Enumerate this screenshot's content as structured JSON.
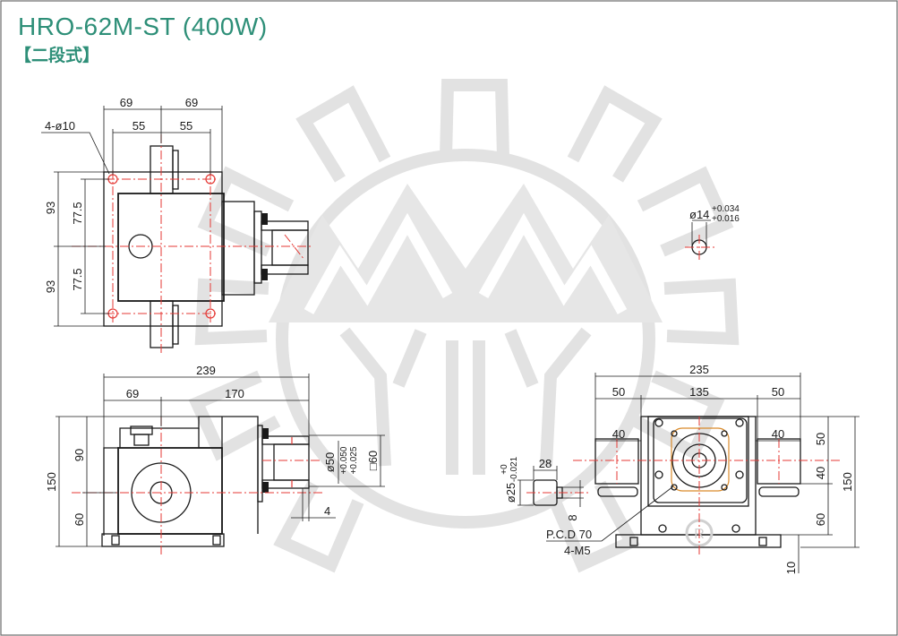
{
  "header": {
    "title": "HRO-62M-ST (400W)",
    "subtitle": "【二段式】"
  },
  "colors": {
    "title": "#2e8f78",
    "outline": "#1a1a1a",
    "centerline": "#e53935",
    "watermark": "#e2e2e2"
  },
  "watermark": {
    "icon": "gear-mountain-logo-watermark",
    "registered": "R"
  },
  "top_view": {
    "dims": {
      "w69_left": "69",
      "w69_right": "69",
      "w55_left": "55",
      "w55_right": "55",
      "holes": "4-ø10",
      "h93_top": "93",
      "h77_top": "77.5",
      "h93_bottom": "93",
      "h77_bottom": "77.5"
    }
  },
  "shaft_detail": {
    "dia": "ø14",
    "tol_upper": "+0.034",
    "tol_lower": "+0.016"
  },
  "front_view": {
    "dims": {
      "length": "239",
      "w69": "69",
      "w170": "170",
      "h150": "150",
      "h90": "90",
      "h60": "60",
      "dia50": "ø50",
      "tol_upper": "+0.050",
      "tol_lower": "+0.025",
      "sq60": "□60",
      "d4": "4"
    }
  },
  "key_detail": {
    "w28": "28",
    "dia25": "ø25",
    "tol_upper": "+0",
    "tol_lower": "-0.021",
    "k8": "8"
  },
  "side_view": {
    "dims": {
      "total": "235",
      "w50_left": "50",
      "w135": "135",
      "w50_right": "50",
      "w40_left": "40",
      "w40_right": "40",
      "h50": "50",
      "h40": "40",
      "h60": "60",
      "h150": "150",
      "h10": "10",
      "pcd": "P.C.D 70",
      "screws": "4-M5"
    }
  }
}
